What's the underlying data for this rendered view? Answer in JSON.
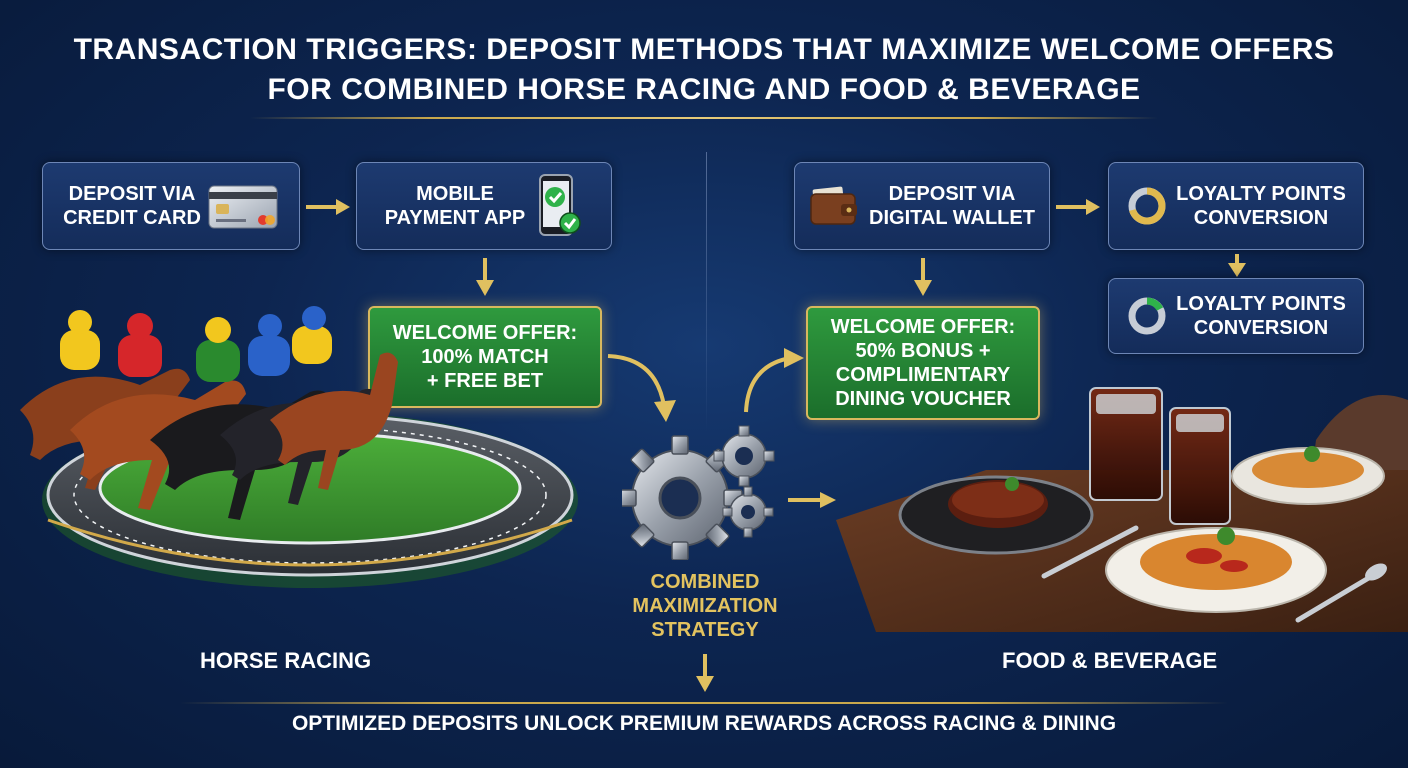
{
  "title": {
    "line1": "TRANSACTION TRIGGERS: DEPOSIT METHODS THAT MAXIMIZE WELCOME OFFERS",
    "line2": "FOR COMBINED HORSE RACING AND FOOD & BEVERAGE"
  },
  "racing": {
    "credit_card_box": {
      "line1": "DEPOSIT VIA",
      "line2": "CREDIT CARD",
      "icon": "credit-card-icon"
    },
    "mobile_box": {
      "line1": "MOBILE",
      "line2": "PAYMENT APP",
      "icon": "mobile-check-icon"
    },
    "offer": {
      "line1": "WELCOME OFFER:",
      "line2": "100% MATCH",
      "line3": "+ FREE BET"
    },
    "label": "HORSE RACING"
  },
  "dining": {
    "wallet_box": {
      "line1": "DEPOSIT VIA",
      "line2": "DIGITAL WALLET",
      "icon": "wallet-icon"
    },
    "loyalty_box_1": {
      "line1": "LOYALTY POINTS",
      "line2": "CONVERSION",
      "icon": "loyalty-ring-icon"
    },
    "loyalty_box_2": {
      "line1": "LOYALTY POINTS",
      "line2": "CONVERSION",
      "icon": "loyalty-ring-icon"
    },
    "offer": {
      "line1": "WELCOME OFFER:",
      "line2": "50% BONUS +",
      "line3": "COMPLIMENTARY",
      "line4": "DINING VOUCHER"
    },
    "label": "FOOD & BEVERAGE"
  },
  "center": {
    "icon": "gears-icon",
    "line1": "COMBINED",
    "line2": "MAXIMIZATION",
    "line3": "STRATEGY"
  },
  "footer": "OPTIMIZED DEPOSITS UNLOCK PREMIUM REWARDS ACROSS RACING & DINING",
  "colors": {
    "background": "#0d2550",
    "accent_gold": "#d8b85e",
    "offer_green": "#2f9a3e",
    "box_blue": "#1d3a70"
  }
}
